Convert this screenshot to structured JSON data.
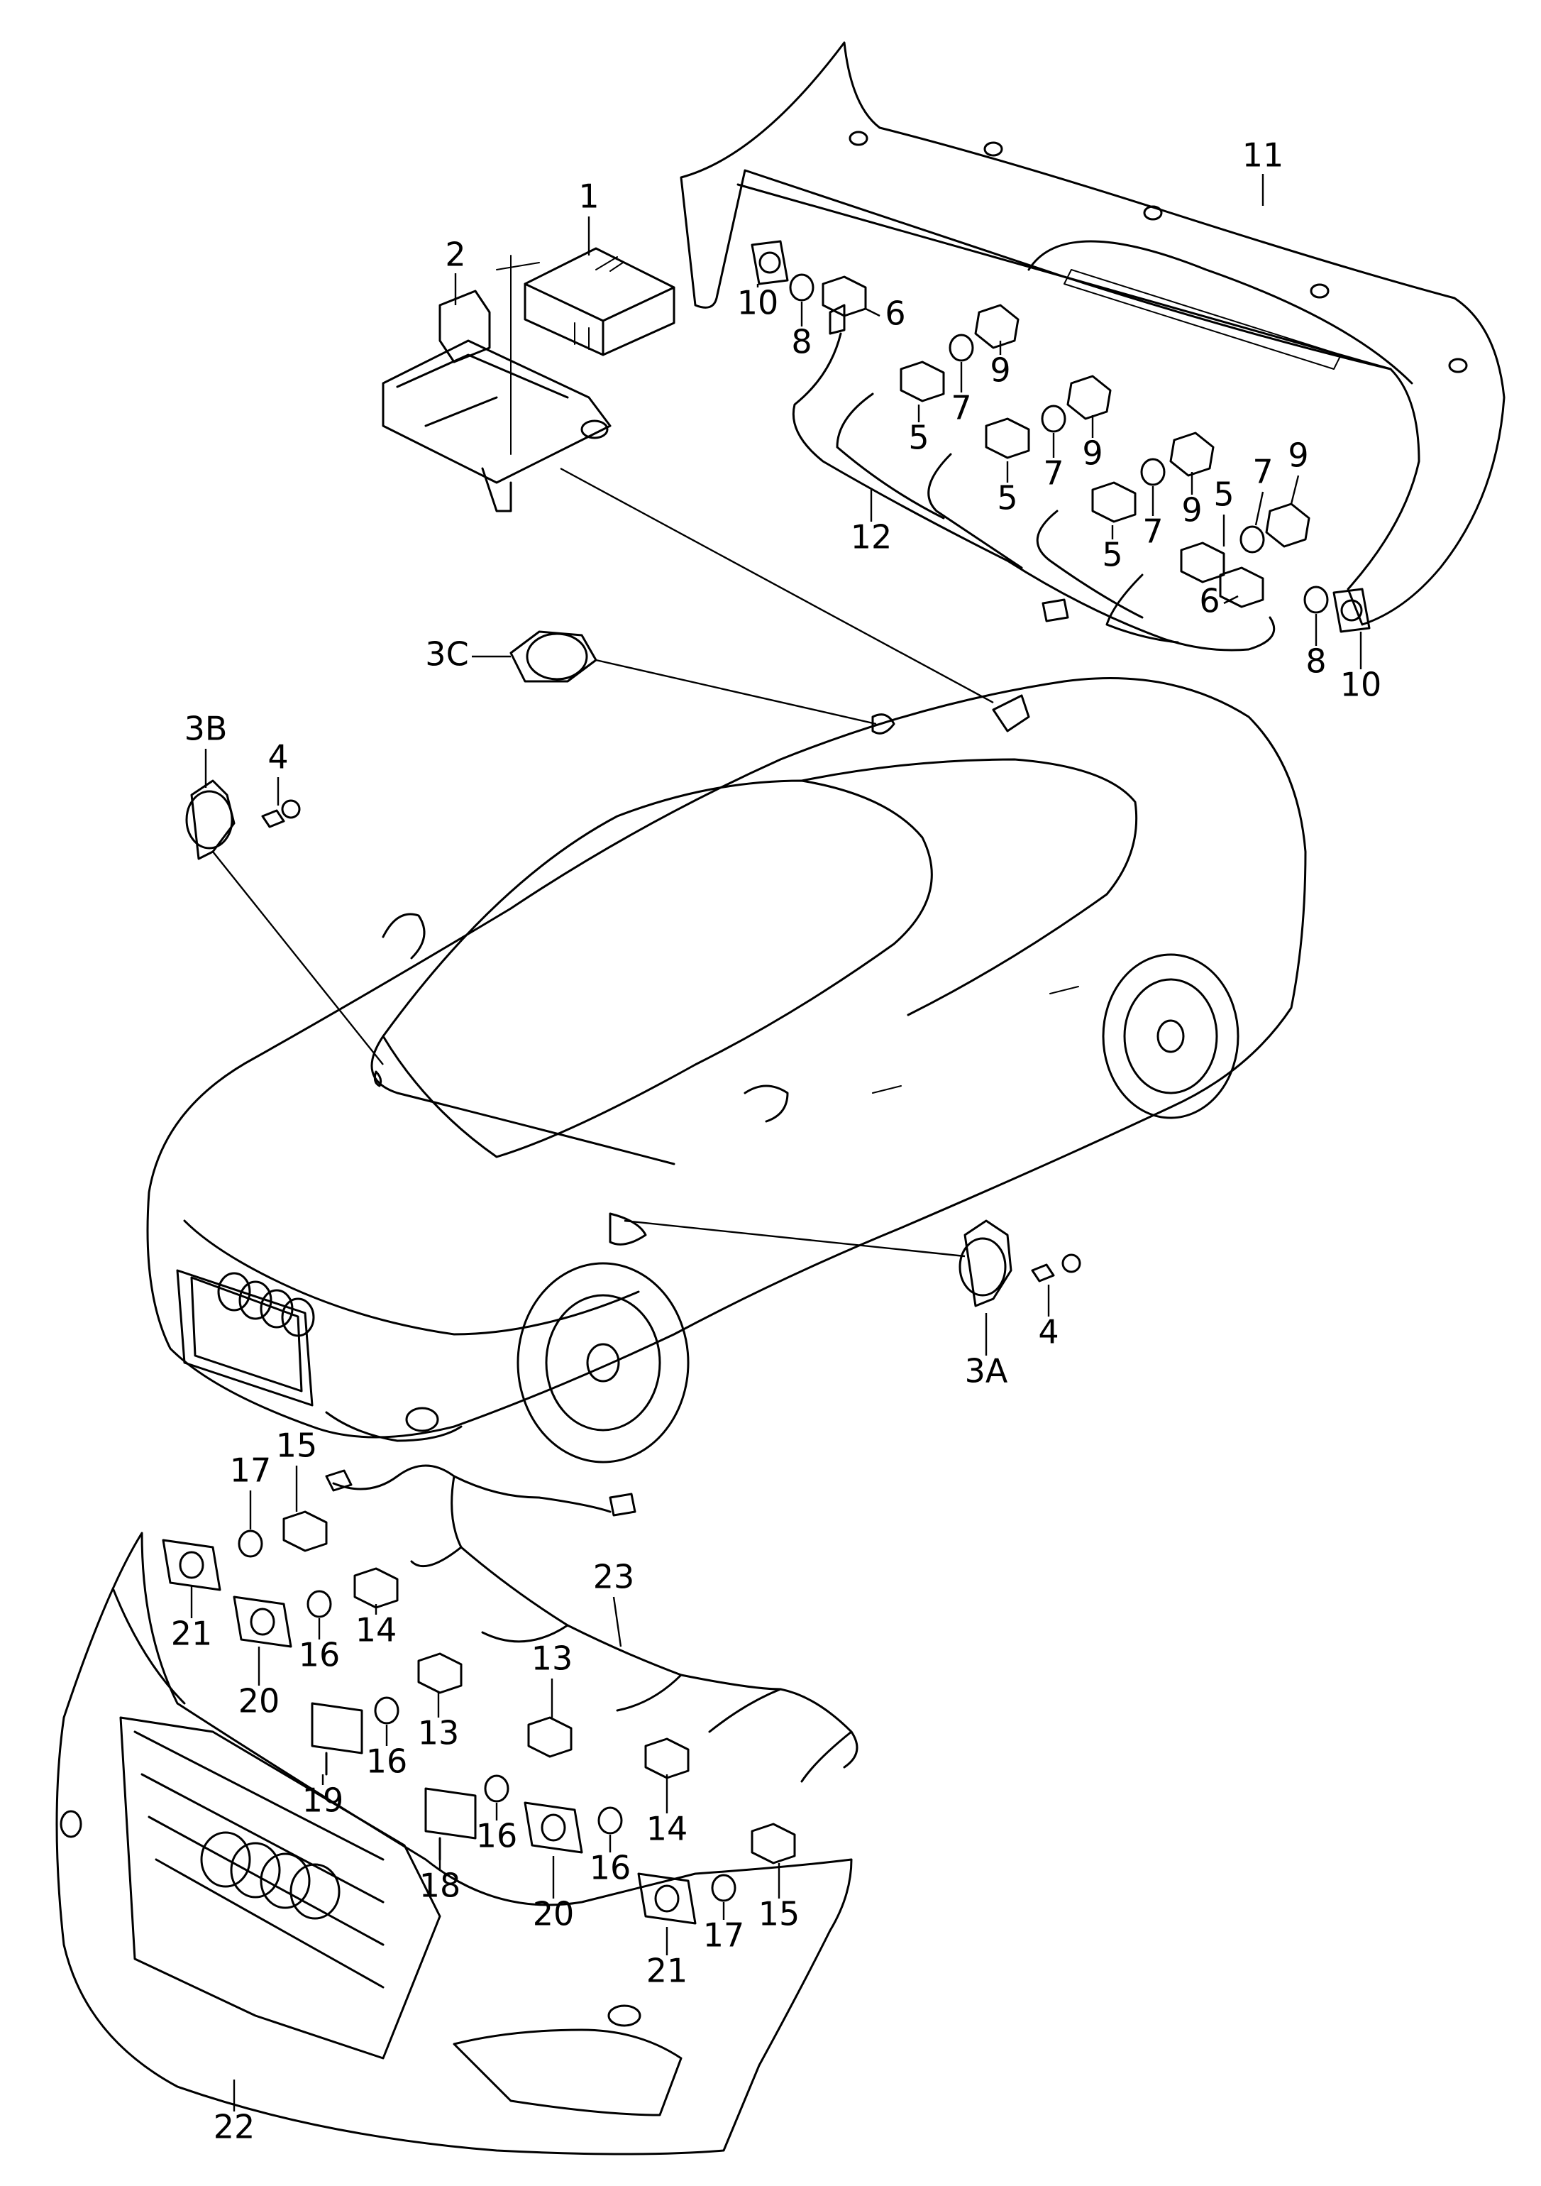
{
  "diagram": {
    "labels": [
      {
        "id": "l1",
        "text": "1"
      },
      {
        "id": "l2",
        "text": "2"
      },
      {
        "id": "l3c",
        "text": "3C"
      },
      {
        "id": "l3b",
        "text": "3B"
      },
      {
        "id": "l4a",
        "text": "4"
      },
      {
        "id": "l3a",
        "text": "3A"
      },
      {
        "id": "l4b",
        "text": "4"
      },
      {
        "id": "l11",
        "text": "11"
      },
      {
        "id": "l10a",
        "text": "10"
      },
      {
        "id": "l8a",
        "text": "8"
      },
      {
        "id": "l6a",
        "text": "6"
      },
      {
        "id": "l9a",
        "text": "9"
      },
      {
        "id": "l7a",
        "text": "7"
      },
      {
        "id": "l5a",
        "text": "5"
      },
      {
        "id": "l9b",
        "text": "9"
      },
      {
        "id": "l7b",
        "text": "7"
      },
      {
        "id": "l5b",
        "text": "5"
      },
      {
        "id": "l9c",
        "text": "9"
      },
      {
        "id": "l7c",
        "text": "7"
      },
      {
        "id": "l5c",
        "text": "5"
      },
      {
        "id": "l7d",
        "text": "7"
      },
      {
        "id": "l9d",
        "text": "9"
      },
      {
        "id": "l5d",
        "text": "5"
      },
      {
        "id": "l12",
        "text": "12"
      },
      {
        "id": "l6b",
        "text": "6"
      },
      {
        "id": "l8b",
        "text": "8"
      },
      {
        "id": "l10b",
        "text": "10"
      },
      {
        "id": "l15a",
        "text": "15"
      },
      {
        "id": "l17a",
        "text": "17"
      },
      {
        "id": "l21a",
        "text": "21"
      },
      {
        "id": "l14a",
        "text": "14"
      },
      {
        "id": "l16a",
        "text": "16"
      },
      {
        "id": "l20a",
        "text": "20"
      },
      {
        "id": "l23",
        "text": "23"
      },
      {
        "id": "l13a",
        "text": "13"
      },
      {
        "id": "l13b",
        "text": "13"
      },
      {
        "id": "l16b",
        "text": "16"
      },
      {
        "id": "l19",
        "text": "19"
      },
      {
        "id": "l16c",
        "text": "16"
      },
      {
        "id": "l18",
        "text": "18"
      },
      {
        "id": "l16d",
        "text": "16"
      },
      {
        "id": "l14b",
        "text": "14"
      },
      {
        "id": "l20b",
        "text": "20"
      },
      {
        "id": "l17b",
        "text": "17"
      },
      {
        "id": "l15b",
        "text": "15"
      },
      {
        "id": "l21b",
        "text": "21"
      },
      {
        "id": "l22",
        "text": "22"
      }
    ]
  }
}
